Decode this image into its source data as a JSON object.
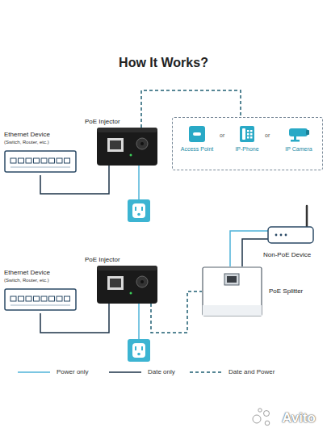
{
  "diagram": {
    "title": "How It Works?",
    "nodes": [
      {
        "text": [
          "Ethernet Device",
          "(Switch, Router, etc.)"
        ]
      },
      {
        "text": [
          "PoE Injector"
        ]
      },
      {
        "text": [
          "or",
          "or"
        ]
      },
      {
        "text": [
          "Access Point"
        ],
        "in": 2
      },
      {
        "text": [
          "IP-Phone"
        ],
        "in": 2
      },
      {
        "text": [
          "IP Camera"
        ],
        "in": 2
      },
      {
        "text": [
          "Ethernet Device",
          "(Switch, Router, etc.)"
        ]
      },
      {
        "text": [
          "PoE Injector"
        ]
      },
      {
        "text": [
          "Non-PoE Device"
        ]
      },
      {
        "text": [
          "PoE Splitter"
        ]
      }
    ],
    "edges": [
      {
        "from": 0,
        "to": 1,
        "arrow": "none"
      },
      {
        "from": 1,
        "to": 2,
        "arrow": "none"
      },
      {
        "from": 6,
        "to": 7,
        "arrow": "none"
      },
      {
        "from": 7,
        "to": 9,
        "arrow": "none"
      },
      {
        "from": 9,
        "to": 8,
        "arrow": "none"
      },
      {
        "from": 9,
        "to": 8,
        "arrow": "none"
      }
    ],
    "labels": [
      "Avito"
    ],
    "legend": [
      {
        "text": "Power only"
      },
      {
        "text": "Date only"
      },
      {
        "text": "Date and Power"
      }
    ]
  }
}
